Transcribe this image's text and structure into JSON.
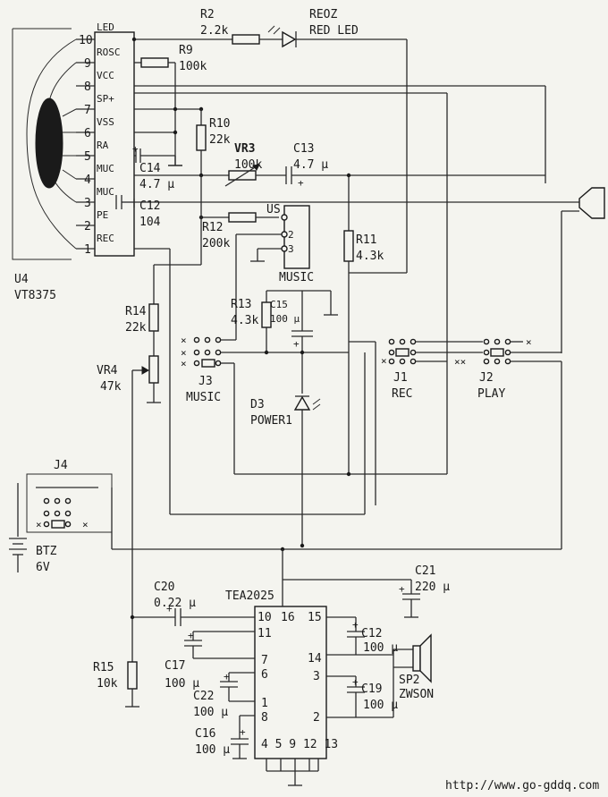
{
  "ic_u4": {
    "name": "U4",
    "part": "VT8375",
    "pins": [
      {
        "num": "10",
        "label": "LED"
      },
      {
        "num": "9",
        "label": "ROSC"
      },
      {
        "num": "8",
        "label": "VCC"
      },
      {
        "num": "7",
        "label": "SP+"
      },
      {
        "num": "6",
        "label": "VSS"
      },
      {
        "num": "5",
        "label": "RA"
      },
      {
        "num": "4",
        "label": "MUC"
      },
      {
        "num": "3",
        "label": "MUC"
      },
      {
        "num": "2",
        "label": "PE"
      },
      {
        "num": "1",
        "label": "REC"
      }
    ]
  },
  "components": {
    "r2": {
      "ref": "R2",
      "value": "2.2k"
    },
    "reoz": {
      "ref": "REOZ",
      "value": "RED LED"
    },
    "r9": {
      "ref": "R9",
      "value": "100k"
    },
    "r10": {
      "ref": "R10",
      "value": "22k"
    },
    "vr3": {
      "ref": "VR3",
      "value": "100k"
    },
    "c13": {
      "ref": "C13",
      "value": "4.7 μ"
    },
    "c14": {
      "ref": "C14",
      "value": "4.7 μ"
    },
    "c12a": {
      "ref": "C12",
      "value": "104"
    },
    "r12": {
      "ref": "R12",
      "value": "200k"
    },
    "music_ic": {
      "label": "MUSIC",
      "pin1": "US",
      "pin2": "2",
      "pin3": "3"
    },
    "r11": {
      "ref": "R11",
      "value": "4.3k"
    },
    "r13": {
      "ref": "R13",
      "value": "4.3k"
    },
    "c15": {
      "ref": "C15",
      "value": "100 μ"
    },
    "r14": {
      "ref": "R14",
      "value": "22k"
    },
    "vr4": {
      "ref": "VR4",
      "value": "47k"
    },
    "j3": {
      "ref": "J3",
      "label": "MUSIC"
    },
    "d3": {
      "ref": "D3",
      "label": "POWER1"
    },
    "j1": {
      "ref": "J1",
      "label": "REC"
    },
    "j2": {
      "ref": "J2",
      "label": "PLAY"
    },
    "j4": {
      "ref": "J4"
    },
    "btz": {
      "ref": "BTZ",
      "value": "6V"
    },
    "c20": {
      "ref": "C20",
      "value": "0.22 μ"
    },
    "tea": {
      "ref": "TEA2025",
      "center_pin": "16",
      "bottom_pins": "4 5 9 12 13"
    },
    "c21": {
      "ref": "C21",
      "value": "220 μ"
    },
    "c12b": {
      "ref": "C12",
      "value": "100 μ"
    },
    "c19": {
      "ref": "C19",
      "value": "100 μ"
    },
    "sp2": {
      "ref": "SP2",
      "value": "ZWSON"
    },
    "c17": {
      "ref": "C17",
      "value": "100 μ"
    },
    "c22": {
      "ref": "C22",
      "value": "100 μ"
    },
    "c16": {
      "ref": "C16",
      "value": "100 μ"
    },
    "r15": {
      "ref": "R15",
      "value": "10k"
    }
  },
  "tea_pins": {
    "p10": "10",
    "p11": "11",
    "p7": "7",
    "p6": "6",
    "p1": "1",
    "p8": "8",
    "p15": "15",
    "p14": "14",
    "p3": "3",
    "p2": "2"
  },
  "watermark": "http://www.go-gddq.com"
}
